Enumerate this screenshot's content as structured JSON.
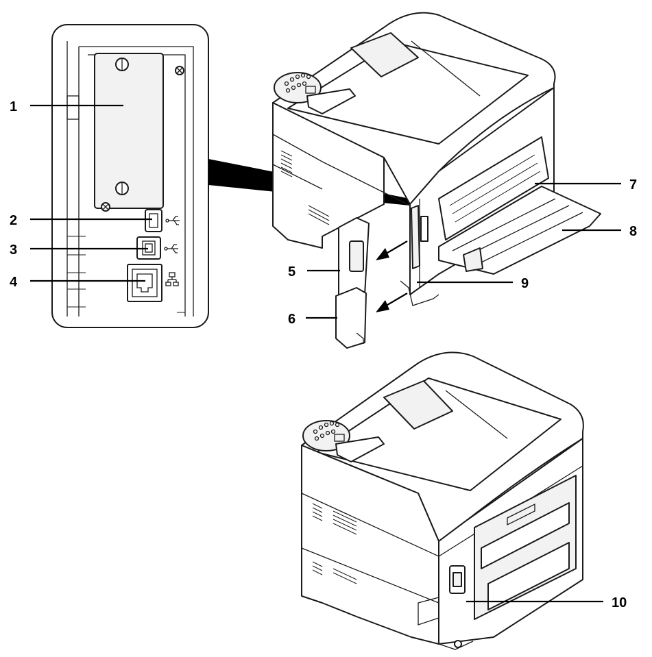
{
  "callouts": {
    "c1": "1",
    "c2": "2",
    "c3": "3",
    "c4": "4",
    "c5": "5",
    "c6": "6",
    "c7": "7",
    "c8": "8",
    "c9": "9",
    "c10": "10"
  },
  "colors": {
    "line": "#000000",
    "fill": "#ffffff",
    "shade": "#000000"
  },
  "icons": [
    "usb-icon",
    "usb-icon",
    "network-icon",
    "screw-icon"
  ]
}
